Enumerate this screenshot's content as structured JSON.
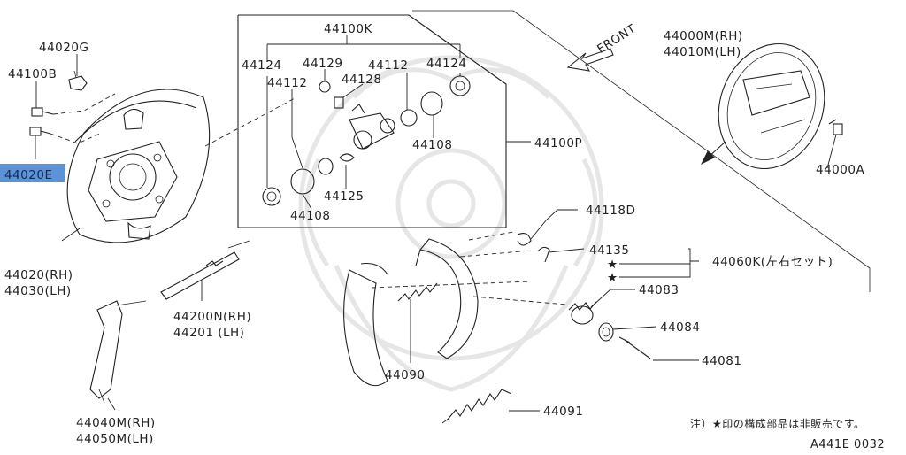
{
  "diagram_code": "A441E 0032",
  "direction_label": "FRONT",
  "footnote": "注）★印の構成部品は非販売です。",
  "selected_part": "44020E",
  "labels": {
    "p44020G": "44020G",
    "p44100B": "44100B",
    "p44020E": "44020E",
    "p44020": "44020(RH)",
    "p44030": "44030(LH)",
    "p44100K": "44100K",
    "p44124a": "44124",
    "p44129": "44129",
    "p44112a": "44112",
    "p44124b": "44124",
    "p44112b": "44112",
    "p44128": "44128",
    "p44108a": "44108",
    "p44125": "44125",
    "p44108b": "44108",
    "p44100P": "44100P",
    "p44000M": "44000M(RH)",
    "p44010M": "44010M(LH)",
    "p44000A": "44000A",
    "p44118D": "44118D",
    "p44135": "44135",
    "p44060K": "44060K(左右セット)",
    "star1": "★",
    "star2": "★",
    "p44083": "44083",
    "p44084": "44084",
    "p44081": "44081",
    "p44090": "44090",
    "p44091": "44091",
    "p44200N": "44200N(RH)",
    "p44201": "44201 (LH)",
    "p44040M": "44040M(RH)",
    "p44050M": "44050M(LH)"
  }
}
